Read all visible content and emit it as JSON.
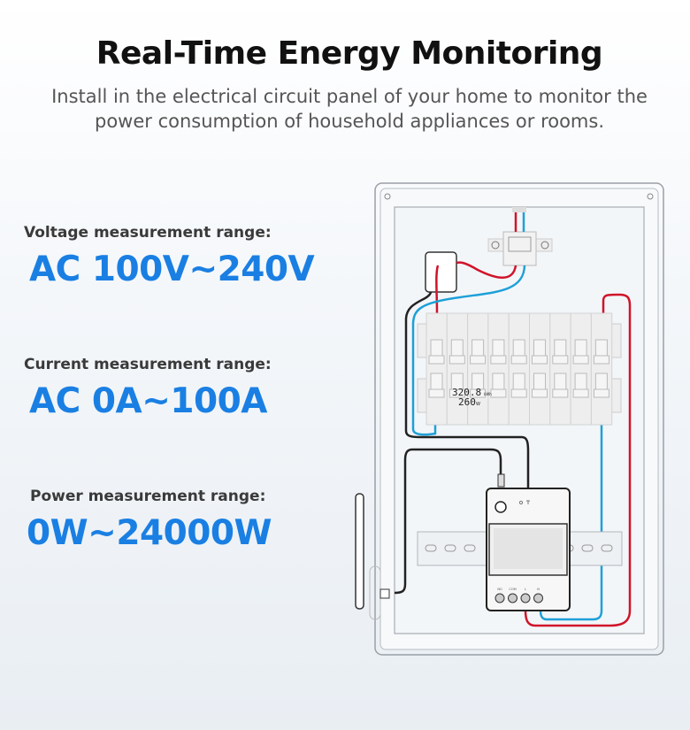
{
  "header": {
    "title": "Real-Time Energy Monitoring",
    "subtitle_line1": "Install in the electrical circuit panel of your home to monitor the",
    "subtitle_line2": "power consumption of household appliances or rooms."
  },
  "specs": [
    {
      "label": "Voltage measurement range:",
      "value": "AC 100V~240V"
    },
    {
      "label": "Current measurement range:",
      "value": "AC 0A~100A"
    },
    {
      "label": "Power measurement range:",
      "value": "0W~24000W"
    }
  ],
  "illustration": {
    "breaker_display_energy": "320.8",
    "breaker_display_energy_unit": "kWh",
    "breaker_display_power": "260",
    "breaker_display_power_unit": "W",
    "terminals": [
      "NO",
      "COM",
      "L",
      "N"
    ],
    "colors": {
      "live": "#d0142a",
      "neutral": "#1ea0d8",
      "signal": "#222222",
      "accent": "#1a7fe3"
    }
  }
}
